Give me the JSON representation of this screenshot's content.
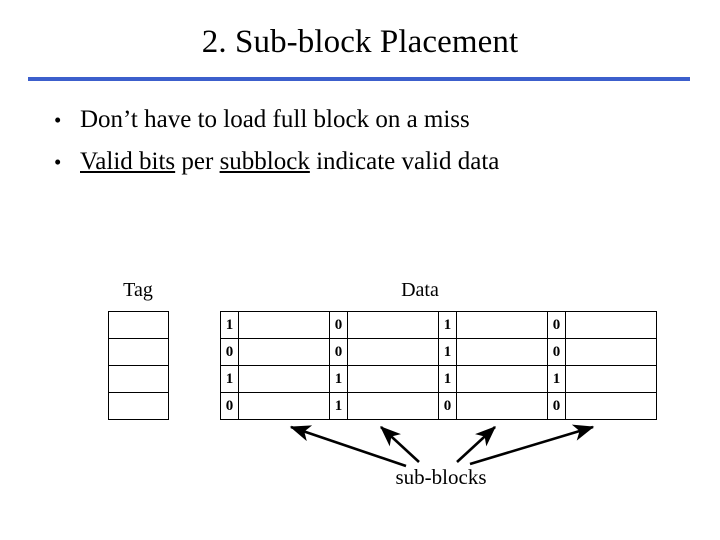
{
  "slide": {
    "title": "2. Sub-block Placement",
    "rule_color": "#3c5fcc",
    "bullets": [
      {
        "marker": "•",
        "segments": [
          {
            "text": "Don’t have to load full block on a miss",
            "underline": false
          }
        ]
      },
      {
        "marker": "•",
        "segments": [
          {
            "text": "Valid bits",
            "underline": true
          },
          {
            "text": " per ",
            "underline": false
          },
          {
            "text": "subblock",
            "underline": true
          },
          {
            "text": " indicate valid data",
            "underline": false
          }
        ]
      }
    ]
  },
  "diagram": {
    "tag_label": "Tag",
    "data_label": "Data",
    "caption": "sub-blocks",
    "tag_rows": [
      "",
      "",
      "",
      ""
    ],
    "data_rows": [
      {
        "cells": [
          {
            "valid": "1",
            "data": ""
          },
          {
            "valid": "0",
            "data": ""
          },
          {
            "valid": "1",
            "data": ""
          },
          {
            "valid": "0",
            "data": ""
          }
        ]
      },
      {
        "cells": [
          {
            "valid": "0",
            "data": ""
          },
          {
            "valid": "0",
            "data": ""
          },
          {
            "valid": "1",
            "data": ""
          },
          {
            "valid": "0",
            "data": ""
          }
        ]
      },
      {
        "cells": [
          {
            "valid": "1",
            "data": ""
          },
          {
            "valid": "1",
            "data": ""
          },
          {
            "valid": "1",
            "data": ""
          },
          {
            "valid": "1",
            "data": ""
          }
        ]
      },
      {
        "cells": [
          {
            "valid": "0",
            "data": ""
          },
          {
            "valid": "1",
            "data": ""
          },
          {
            "valid": "0",
            "data": ""
          },
          {
            "valid": "0",
            "data": ""
          }
        ]
      }
    ],
    "arrow_count": 4,
    "line_color": "#000000"
  }
}
